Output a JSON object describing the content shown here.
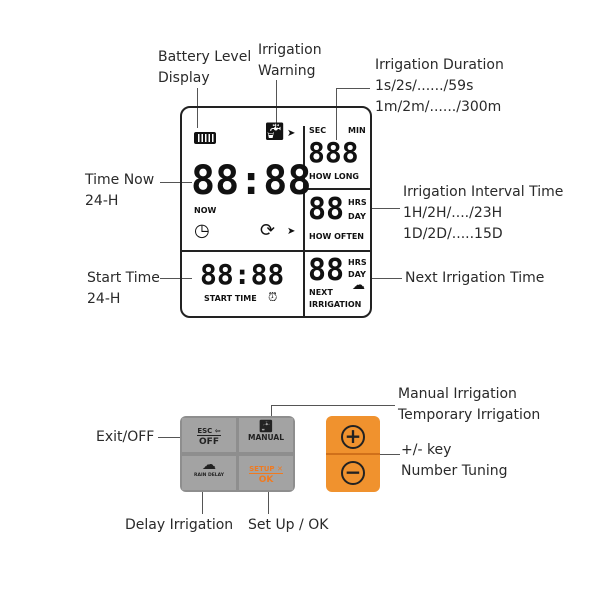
{
  "labels": {
    "battery": [
      "Battery Level",
      "Display"
    ],
    "warning": [
      "Irrigation",
      "Warning"
    ],
    "duration": [
      "Irrigation Duration",
      "1s/2s/....../59s",
      "1m/2m/....../300m"
    ],
    "time_now": [
      "Time Now",
      "24-H"
    ],
    "interval": [
      "Irrigation Interval Time",
      "1H/2H/..../23H",
      "1D/2D/.....15D"
    ],
    "start_time": [
      "Start Time",
      "24-H"
    ],
    "next": "Next Irrigation Time",
    "manual": [
      "Manual Irrigation",
      "Temporary Irrigation"
    ],
    "exit": "Exit/OFF",
    "plusminus": [
      "+/- key",
      "Number Tuning"
    ],
    "delay": "Delay Irrigation",
    "setup": "Set Up / OK"
  },
  "lcd": {
    "sec": "SEC",
    "min": "MIN",
    "duration_digits": "888",
    "how_long": "HOW LONG",
    "clock_digits": "88:88",
    "now": "NOW",
    "often_digits": "88",
    "hrs": "HRS",
    "day": "DAY",
    "how_often": "HOW OFTEN",
    "start_digits": "88:88",
    "start_time": "START TIME",
    "next_digits": "88",
    "next": "NEXT",
    "irrigation": "IRRIGATION"
  },
  "buttons": {
    "esc": "ESC ⇦",
    "off": "OFF",
    "manual": "MANUAL",
    "rain_delay": "RAIN DELAY",
    "setup": "SETUP ✕",
    "ok": "OK",
    "plus": "+",
    "minus": "−"
  },
  "colors": {
    "orange": "#f0922e",
    "grey": "#a3a3a3",
    "setup_text": "#f07a20"
  }
}
